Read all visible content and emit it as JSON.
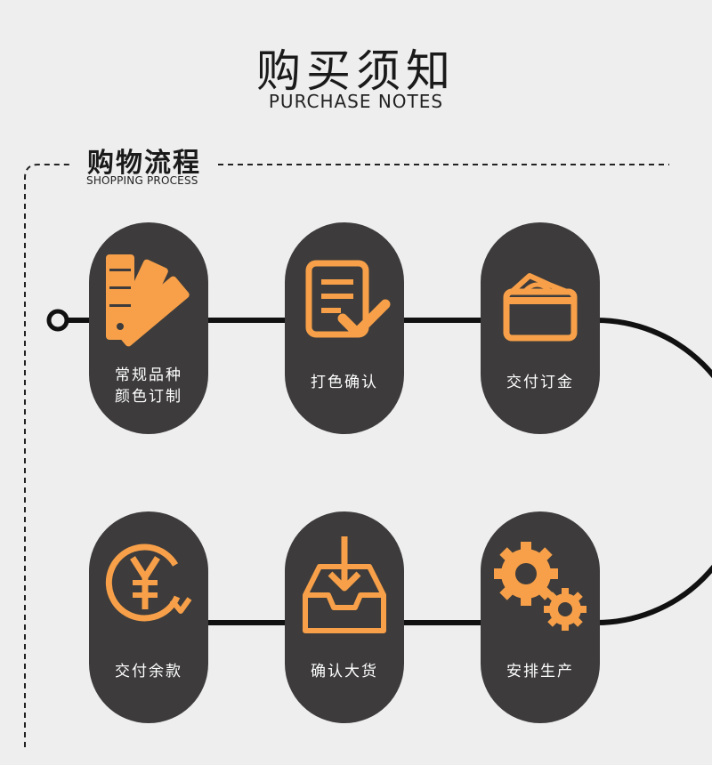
{
  "header": {
    "title": "购买须知",
    "subtitle": "PURCHASE NOTES"
  },
  "section": {
    "title": "购物流程",
    "subtitle": "SHOPPING PROCESS"
  },
  "colors": {
    "accent": "#f7a049",
    "pill": "#3d3b3b",
    "background": "#eeeeee"
  },
  "steps": [
    {
      "icon": "color-swatch-icon",
      "lines": [
        "常规品种",
        "颜色订制"
      ]
    },
    {
      "icon": "document-check-icon",
      "lines": [
        "打色确认"
      ]
    },
    {
      "icon": "wallet-icon",
      "lines": [
        "交付订金"
      ]
    },
    {
      "icon": "gears-icon",
      "lines": [
        "安排生产"
      ]
    },
    {
      "icon": "inbox-download-icon",
      "lines": [
        "确认大货"
      ]
    },
    {
      "icon": "yuan-payment-icon",
      "lines": [
        "交付余款"
      ]
    }
  ]
}
